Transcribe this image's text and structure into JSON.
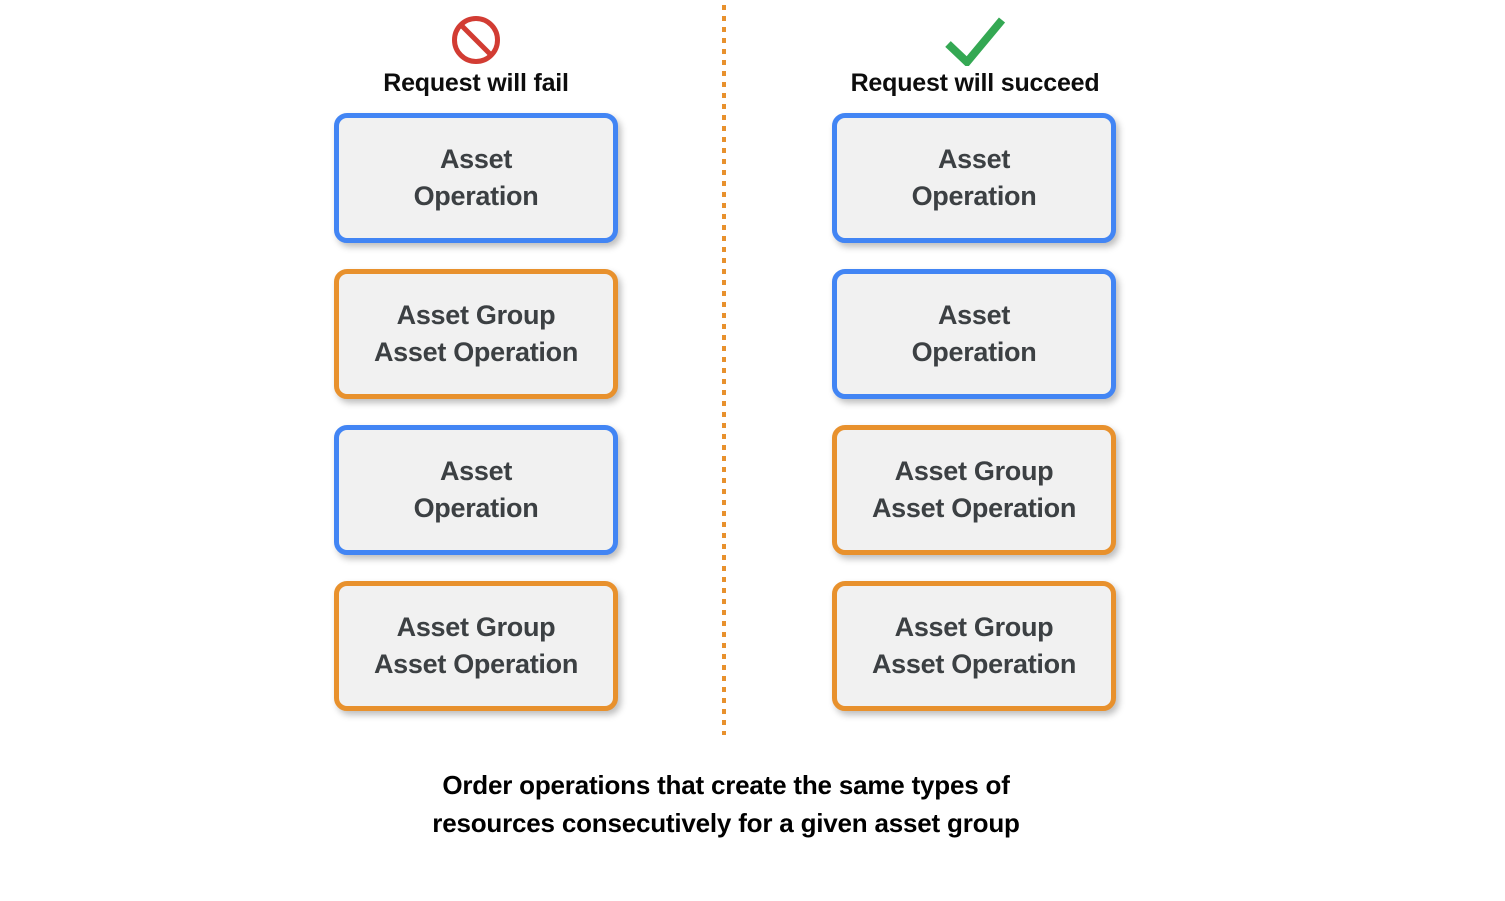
{
  "columns": [
    {
      "id": "fail",
      "icon": "prohibition-icon",
      "icon_color": "#D23C33",
      "label": "Request will fail",
      "nodes": [
        {
          "type": "asset-operation",
          "color": "#4285F4",
          "lines": [
            "Asset",
            "Operation"
          ]
        },
        {
          "type": "asset-group-asset-operation",
          "color": "#E8912D",
          "lines": [
            "Asset Group",
            "Asset Operation"
          ]
        },
        {
          "type": "asset-operation",
          "color": "#4285F4",
          "lines": [
            "Asset",
            "Operation"
          ]
        },
        {
          "type": "asset-group-asset-operation",
          "color": "#E8912D",
          "lines": [
            "Asset Group",
            "Asset Operation"
          ]
        }
      ]
    },
    {
      "id": "succeed",
      "icon": "checkmark-icon",
      "icon_color": "#34A853",
      "label": "Request will succeed",
      "nodes": [
        {
          "type": "asset-operation",
          "color": "#4285F4",
          "lines": [
            "Asset",
            "Operation"
          ]
        },
        {
          "type": "asset-operation",
          "color": "#4285F4",
          "lines": [
            "Asset",
            "Operation"
          ]
        },
        {
          "type": "asset-group-asset-operation",
          "color": "#E8912D",
          "lines": [
            "Asset Group",
            "Asset Operation"
          ]
        },
        {
          "type": "asset-group-asset-operation",
          "color": "#E8912D",
          "lines": [
            "Asset Group",
            "Asset Operation"
          ]
        }
      ]
    }
  ],
  "divider": {
    "color": "#E8912D",
    "style": "dotted"
  },
  "caption": {
    "line1": "Order operations that create the same types of",
    "line2": "resources consecutively for a given asset group"
  },
  "palette": {
    "asset_operation_border": "#4285F4",
    "asset_group_border": "#E8912D",
    "node_fill": "#F1F1F1",
    "node_text": "#3C4043",
    "fail_icon": "#D23C33",
    "succeed_icon": "#34A853",
    "background": "#FFFFFF"
  }
}
